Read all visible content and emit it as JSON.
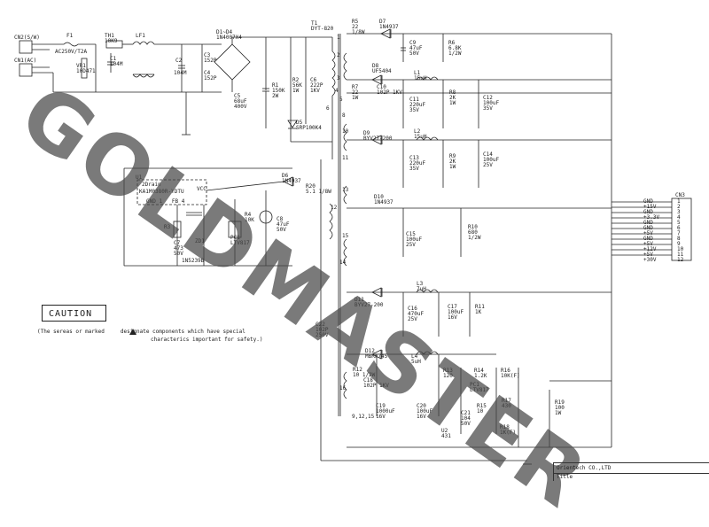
{
  "connectors": {
    "cn2": "CN2(S/W)",
    "cn1": "CN1(AC)",
    "cn3": "CN3",
    "cn3_pins": [
      "1",
      "2",
      "3",
      "4",
      "5",
      "6",
      "7",
      "8",
      "9",
      "10",
      "11",
      "12"
    ],
    "cn3_signals": [
      "GND",
      "+15V",
      "GND",
      "+3.3V",
      "GND",
      "GND",
      "+5V",
      "GND",
      "+5V",
      "+12V",
      "+5V",
      "+30V"
    ]
  },
  "labels": [
    {
      "id": "f1",
      "text": "F1"
    },
    {
      "id": "f1v",
      "text": "AC250V/T2A"
    },
    {
      "id": "vr1",
      "text": "VR1\n10D471"
    },
    {
      "id": "th1",
      "text": "TH1\n10K9"
    },
    {
      "id": "lf1",
      "text": "LF1"
    },
    {
      "id": "c1",
      "text": "C1\n104M"
    },
    {
      "id": "c2",
      "text": "C2"
    },
    {
      "id": "c3",
      "text": "C3\n152P"
    },
    {
      "id": "c4",
      "text": "C4\n152P"
    },
    {
      "id": "c104m",
      "text": "104M"
    },
    {
      "id": "d1d4",
      "text": "D1~D4\n1N4007X4"
    },
    {
      "id": "c5",
      "text": "C5\n68uF\n400V"
    },
    {
      "id": "r1",
      "text": "R1\n150K\n2W"
    },
    {
      "id": "r2",
      "text": "R2\n56K\n1W"
    },
    {
      "id": "c6",
      "text": "C6\n222P\n1KV"
    },
    {
      "id": "d5",
      "text": "D5\nSRP100K4"
    },
    {
      "id": "t1",
      "text": "T1\nDYT-820"
    },
    {
      "id": "r5",
      "text": "R5\n22\n1/8W"
    },
    {
      "id": "d7",
      "text": "D7\n1N4937"
    },
    {
      "id": "c9",
      "text": "C9\n47uF\n50V"
    },
    {
      "id": "r6",
      "text": "R6\n6.8K\n1/2W"
    },
    {
      "id": "d8",
      "text": "D8\nUF5404"
    },
    {
      "id": "l1",
      "text": "L1\n15uH"
    },
    {
      "id": "r7",
      "text": "R7\n22\n1W"
    },
    {
      "id": "c10",
      "text": "C10\n102P 1KV"
    },
    {
      "id": "c11",
      "text": "C11\n220uF\n35V"
    },
    {
      "id": "r8",
      "text": "R8\n2K\n1W"
    },
    {
      "id": "c12",
      "text": "C12\n100uF\n35V"
    },
    {
      "id": "d9",
      "text": "D9\nBYV27-200"
    },
    {
      "id": "l2",
      "text": "L2\n15uH"
    },
    {
      "id": "c13",
      "text": "C13\n220uF\n35V"
    },
    {
      "id": "r9",
      "text": "R9\n2K\n1W"
    },
    {
      "id": "c14",
      "text": "C14\n100uF\n25V"
    },
    {
      "id": "u1",
      "text": "U1"
    },
    {
      "id": "u1pn",
      "text": "KA1M0380R-YDTU"
    },
    {
      "id": "drain",
      "text": "2Drain"
    },
    {
      "id": "vcc",
      "text": "VCC"
    },
    {
      "id": "gndfb",
      "text": "GND 1   FB 4"
    },
    {
      "id": "d6",
      "text": "D6\n1N4937"
    },
    {
      "id": "r20",
      "text": "R20\n5.1 1/8W"
    },
    {
      "id": "r3",
      "text": "R3"
    },
    {
      "id": "r4",
      "text": "R4\n10K"
    },
    {
      "id": "c8",
      "text": "C8\n47uF\n50V"
    },
    {
      "id": "c7",
      "text": "C7\n473\n50V"
    },
    {
      "id": "zd1",
      "text": "ZD1"
    },
    {
      "id": "pc1",
      "text": "PC1\nLTV817"
    },
    {
      "id": "d5398",
      "text": "1N5239B"
    },
    {
      "id": "d10",
      "text": "D10\n1N4937"
    },
    {
      "id": "c15",
      "text": "C15\n100uF\n25V"
    },
    {
      "id": "r10",
      "text": "R10\n680\n1/2W"
    },
    {
      "id": "l3",
      "text": "L3\n7uH"
    },
    {
      "id": "d11",
      "text": "D11\nBYV27-200"
    },
    {
      "id": "c16",
      "text": "C16\n470uF\n25V"
    },
    {
      "id": "c17",
      "text": "C17\n100uF\n16V"
    },
    {
      "id": "r11",
      "text": "R11\n1K"
    },
    {
      "id": "c22",
      "text": "C22\n102P\n250V"
    },
    {
      "id": "d12",
      "text": "D12\nMBRF745"
    },
    {
      "id": "l4",
      "text": "L4\n5uH"
    },
    {
      "id": "r12",
      "text": "R12\n10 1/2W"
    },
    {
      "id": "c18",
      "text": "C18\n102P 1KV"
    },
    {
      "id": "r13",
      "text": "R13\n120"
    },
    {
      "id": "r14",
      "text": "R14\n1.2K"
    },
    {
      "id": "r16",
      "text": "R16\n10K(F)"
    },
    {
      "id": "pc1b",
      "text": "PC1\nLTV817"
    },
    {
      "id": "c19",
      "text": "C19\n1000uF\n16V"
    },
    {
      "id": "c20",
      "text": "C20\n100uF\n16V"
    },
    {
      "id": "c21",
      "text": "C21\n104\n50V"
    },
    {
      "id": "r15",
      "text": "R15\n10"
    },
    {
      "id": "r17",
      "text": "R17\n430"
    },
    {
      "id": "r19",
      "text": "R19\n100\n1W"
    },
    {
      "id": "u2",
      "text": "U2\n431"
    },
    {
      "id": "r18",
      "text": "R18\n1K(F)"
    },
    {
      "id": "pins",
      "text": "9,12,15"
    },
    {
      "id": "n1",
      "text": "1"
    },
    {
      "id": "n2",
      "text": "2"
    },
    {
      "id": "n3",
      "text": "3"
    },
    {
      "id": "n4",
      "text": "4"
    },
    {
      "id": "n5",
      "text": "5"
    },
    {
      "id": "n6",
      "text": "6"
    },
    {
      "id": "n8",
      "text": "8"
    },
    {
      "id": "n10",
      "text": "10"
    },
    {
      "id": "n11",
      "text": "11"
    },
    {
      "id": "n13",
      "text": "13"
    },
    {
      "id": "n12",
      "text": "12"
    },
    {
      "id": "n14",
      "text": "14"
    },
    {
      "id": "n15",
      "text": "15"
    },
    {
      "id": "n16",
      "text": "16"
    }
  ],
  "caution": {
    "title": "CAUTION",
    "line1": "(The sereas or marked     designate components which have special",
    "line2": "characterics important for safety.)"
  },
  "title_block": {
    "company": "Orientech CO.,LTD",
    "title": "Title"
  },
  "watermark": "GOLDMASTER"
}
